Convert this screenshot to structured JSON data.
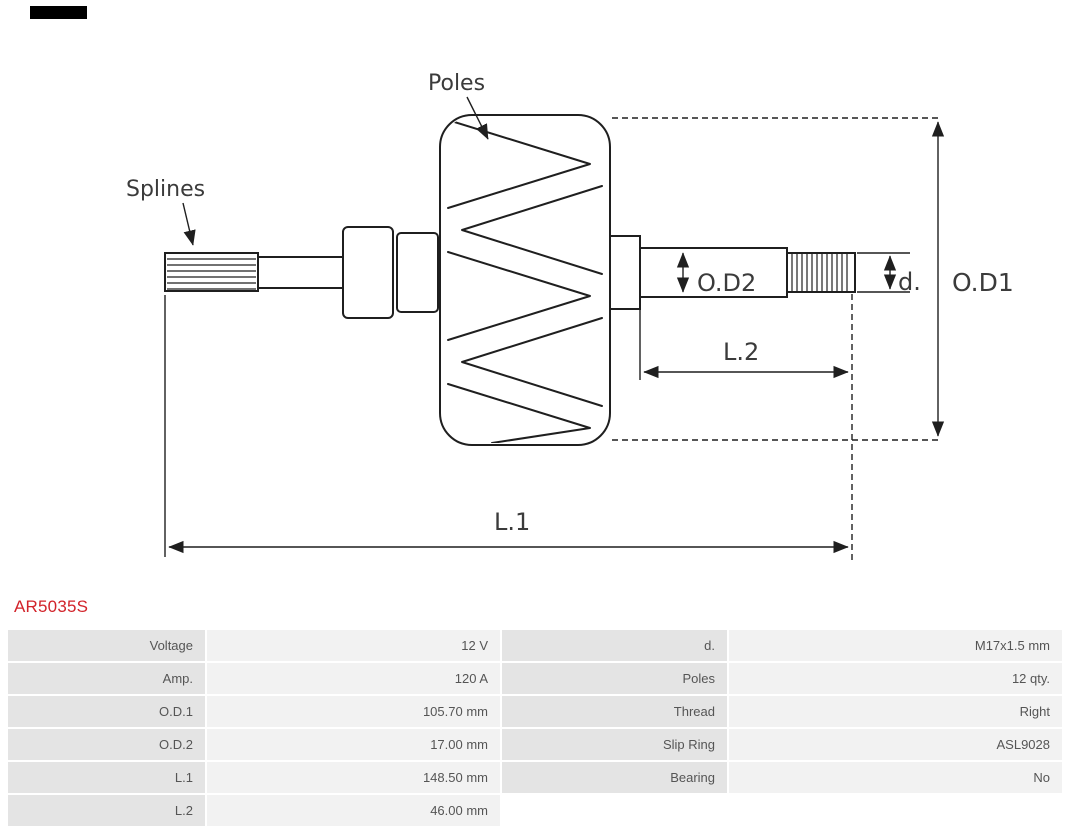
{
  "part_number": "AR5035S",
  "diagram": {
    "labels": {
      "splines": "Splines",
      "poles": "Poles",
      "od1": "O.D1",
      "od2": "O.D2",
      "d": "d.",
      "l1": "L.1",
      "l2": "L.2"
    }
  },
  "table": {
    "rows": [
      {
        "label_left": "Voltage",
        "value_left": "12 V",
        "label_right": "d.",
        "value_right": "M17x1.5 mm"
      },
      {
        "label_left": "Amp.",
        "value_left": "120 A",
        "label_right": "Poles",
        "value_right": "12 qty."
      },
      {
        "label_left": "O.D.1",
        "value_left": "105.70 mm",
        "label_right": "Thread",
        "value_right": "Right"
      },
      {
        "label_left": "O.D.2",
        "value_left": "17.00 mm",
        "label_right": "Slip Ring",
        "value_right": "ASL9028"
      },
      {
        "label_left": "L.1",
        "value_left": "148.50 mm",
        "label_right": "Bearing",
        "value_right": "No"
      },
      {
        "label_left": "L.2",
        "value_left": "46.00 mm",
        "label_right": null,
        "value_right": null
      }
    ]
  },
  "colors": {
    "accent_red": "#d2232a",
    "label_cell_bg": "#e4e4e4",
    "value_cell_bg": "#f2f2f2",
    "table_text": "#555555",
    "line_color": "#1f1f1f"
  }
}
